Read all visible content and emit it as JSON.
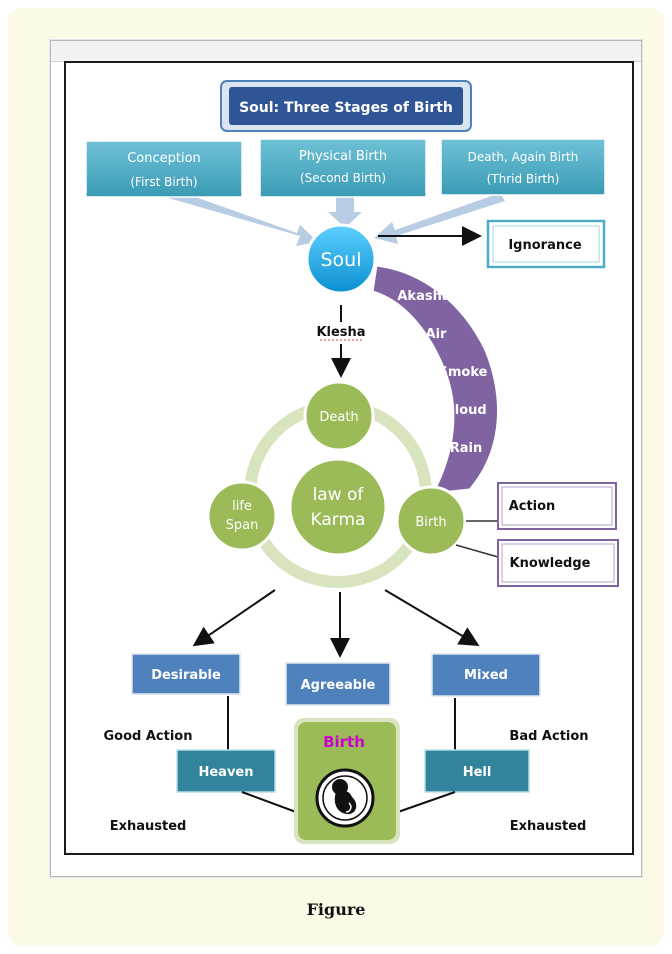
{
  "title": "Soul: Three Stages of Birth",
  "stages": [
    {
      "line1": "Conception",
      "line2": "(First Birth)"
    },
    {
      "line1": "Physical Birth",
      "line2": "(Second Birth)"
    },
    {
      "line1": "Death, Again Birth",
      "line2": "(Thrid Birth)"
    }
  ],
  "soul": "Soul",
  "ignorance": "Ignorance",
  "path_items": [
    "Akasha",
    "Air",
    "Smoke",
    "Cloud",
    "Rain"
  ],
  "klesha": "Klesha",
  "cycle": {
    "death": "Death",
    "life_line1": "life",
    "life_line2": "Span",
    "center_line1": "law of",
    "center_line2": "Karma",
    "birth": "Birth"
  },
  "action": "Action",
  "knowledge": "Knowledge",
  "outcomes": {
    "desirable": "Desirable",
    "agreeable": "Agreeable",
    "mixed": "Mixed"
  },
  "good_action": "Good Action",
  "bad_action": "Bad Action",
  "heaven": "Heaven",
  "hell": "Hell",
  "rebirth": "Birth",
  "exhausted_left": "Exhausted",
  "exhausted_right": "Exhausted",
  "caption": "Figure",
  "colors": {
    "dark_blue": "#2f5597",
    "teal": "#4bacc6",
    "soul_blue": "#1aa3e0",
    "purple": "#8064a2",
    "green": "#9bbb59",
    "light_green": "#d7e4bd",
    "blue_box": "#4f81bd",
    "dark_teal": "#31849b"
  }
}
